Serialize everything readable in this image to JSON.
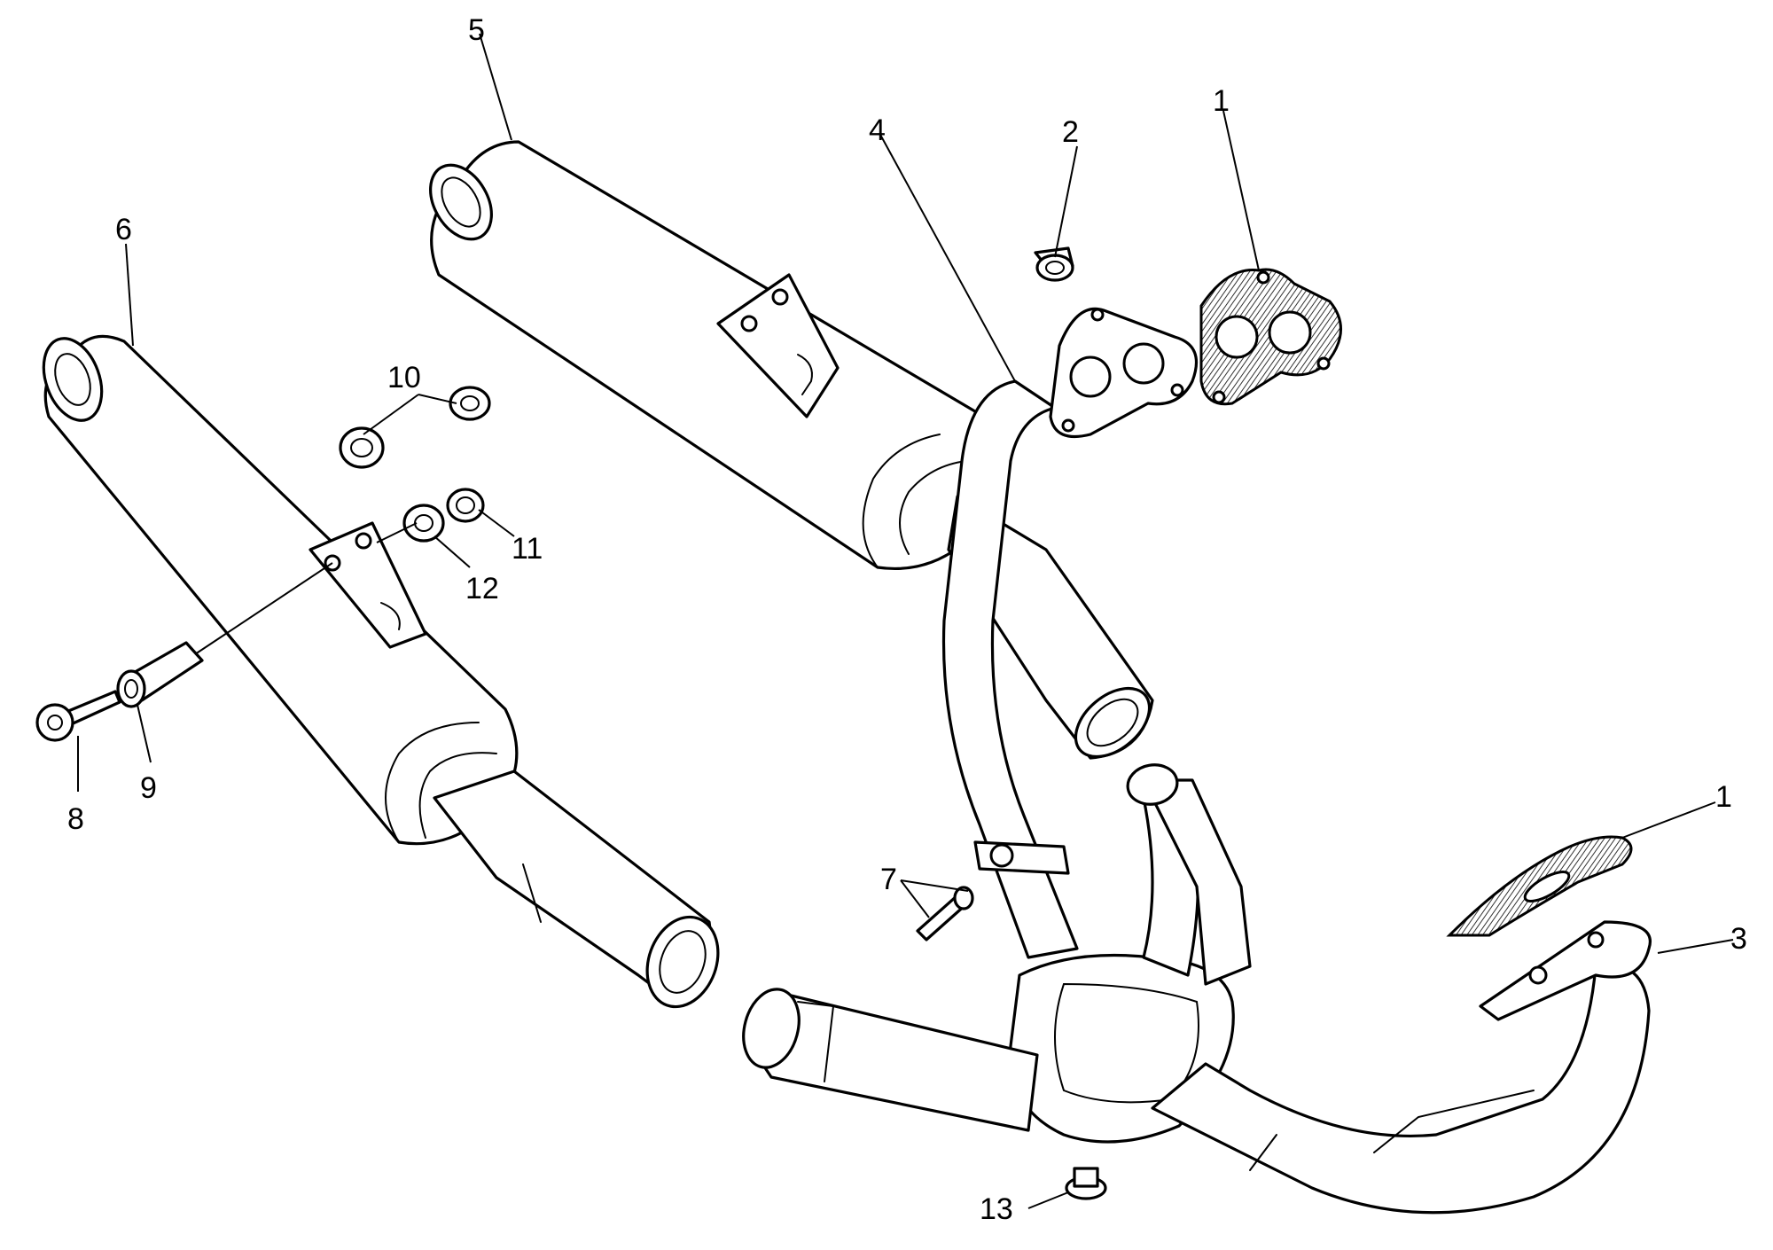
{
  "labels": {
    "l1a": "1",
    "l1b": "1",
    "l2": "2",
    "l3": "3",
    "l4": "4",
    "l5": "5",
    "l6": "6",
    "l7": "7",
    "l8": "8",
    "l9": "9",
    "l10": "10",
    "l11": "11",
    "l12": "12",
    "l13": "13"
  },
  "colors": {
    "line": "#000000",
    "background": "#ffffff"
  }
}
